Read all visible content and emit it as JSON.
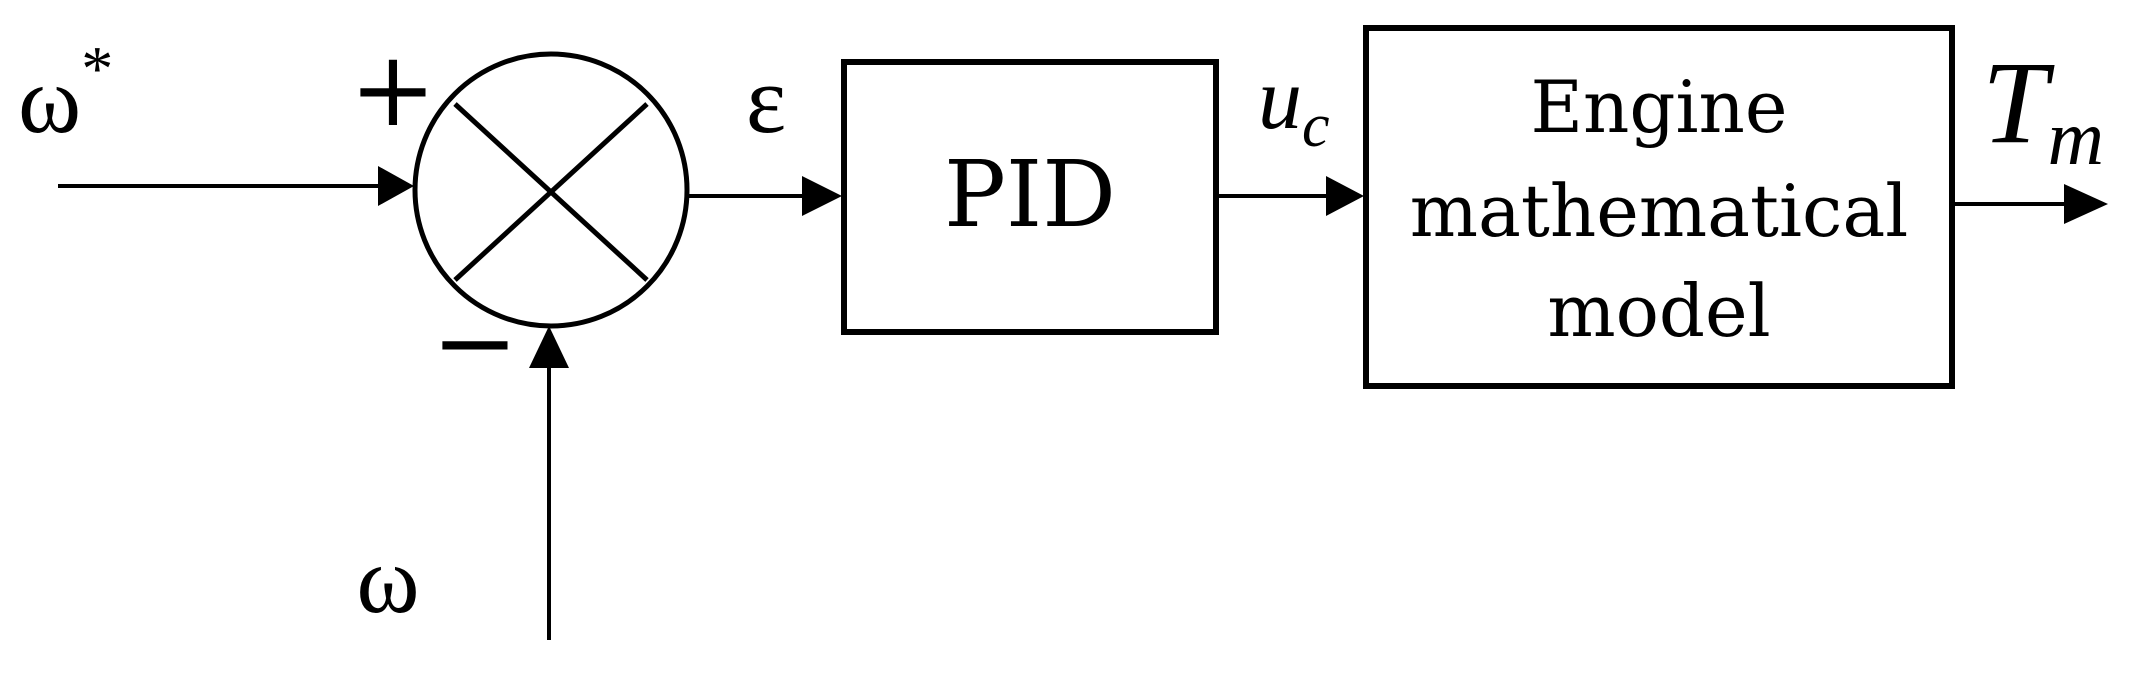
{
  "inputs": {
    "reference": {
      "symbol": "ω",
      "superscript": "*"
    },
    "feedback": {
      "symbol": "ω"
    }
  },
  "summing_junction": {
    "plus_sign": "+",
    "minus_sign": "−"
  },
  "signals": {
    "error": "ε",
    "control": {
      "base": "u",
      "subscript": "c"
    },
    "output": {
      "base": "T",
      "subscript": "m"
    }
  },
  "blocks": {
    "controller": {
      "label": "PID"
    },
    "engine": {
      "label_lines": [
        "Engine",
        "mathematical",
        "model"
      ]
    }
  }
}
